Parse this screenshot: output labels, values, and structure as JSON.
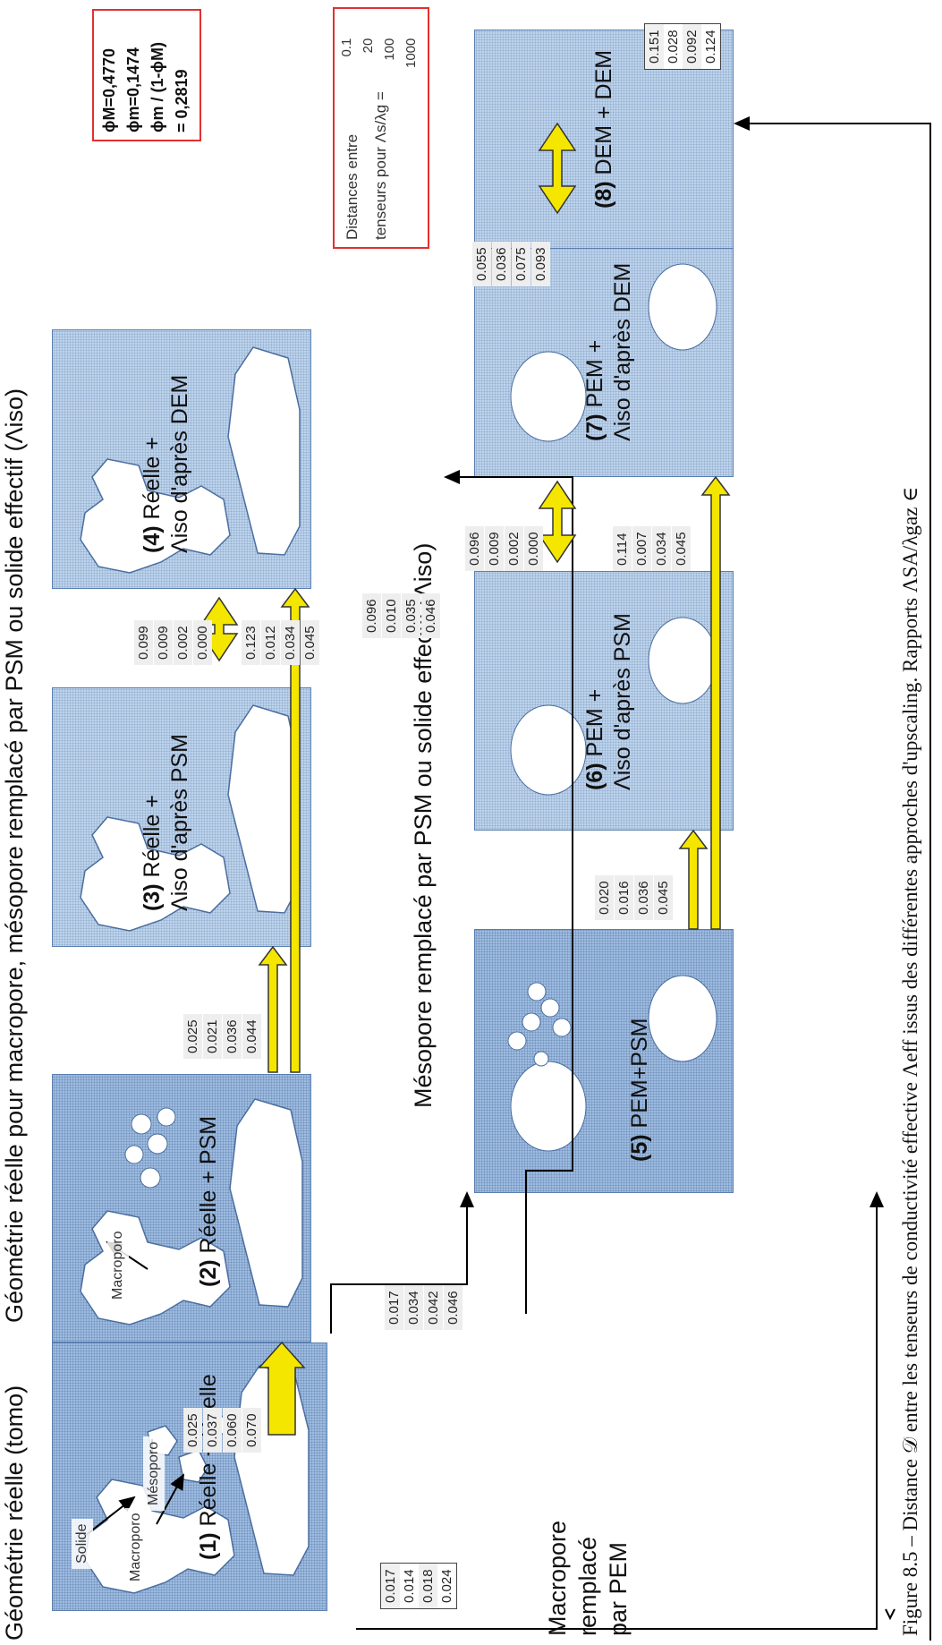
{
  "headers": {
    "real": "Géométrie réelle (tomo)",
    "top": "Géométrie réelle pour macropore, mésopore remplacé par PSM ou solide effectif (Λiso)",
    "middle": "Mésopore remplacé par PSM ou solide effectif (Λiso)",
    "macro_line1": "Macropore",
    "macro_line2": "remplacé",
    "macro_line3": "par PEM"
  },
  "panels": {
    "p1": {
      "num": "(1)",
      "title": "Réelle + Réelle"
    },
    "p2": {
      "num": "(2)",
      "title": "Réelle + PSM"
    },
    "p3": {
      "num": "(3)",
      "line1": "Réelle +",
      "line2": "Λiso d'après PSM"
    },
    "p4": {
      "num": "(4)",
      "line1": "Réelle +",
      "line2": "Λiso d'après DEM"
    },
    "p5": {
      "num": "(5)",
      "title": "PEM+PSM"
    },
    "p6": {
      "num": "(6)",
      "line1": "PEM +",
      "line2": "Λiso d'après PSM"
    },
    "p7": {
      "num": "(7)",
      "line1": "PEM +",
      "line2": "Λiso d'après DEM"
    },
    "p8": {
      "num": "(8)",
      "title": "DEM + DEM"
    }
  },
  "labels": {
    "macroporo": "Macroporo",
    "mesoporo": "Mésoporo",
    "solide": "Solide"
  },
  "distances": {
    "d12": [
      "0.025",
      "0.037",
      "0.060",
      "0.070"
    ],
    "d23": [
      "0.025",
      "0.021",
      "0.036",
      "0.044"
    ],
    "d34": [
      "0.099",
      "0.009",
      "0.002",
      "0.000"
    ],
    "d24": [
      "0.123",
      "0.012",
      "0.034",
      "0.045"
    ],
    "d15": [
      "0.017",
      "0.014",
      "0.018",
      "0.024"
    ],
    "d25": [
      "0.017",
      "0.034",
      "0.042",
      "0.046"
    ],
    "d56": [
      "0.020",
      "0.016",
      "0.036",
      "0.045"
    ],
    "d67": [
      "0.096",
      "0.009",
      "0.002",
      "0.000"
    ],
    "d57": [
      "0.114",
      "0.007",
      "0.034",
      "0.045"
    ],
    "d27": [
      "0.096",
      "0.010",
      "0.035",
      "0.046"
    ],
    "d78": [
      "0.055",
      "0.036",
      "0.075",
      "0.093"
    ],
    "d18": [
      "0.151",
      "0.028",
      "0.092",
      "0.124"
    ]
  },
  "legend": {
    "line1": "Distances entre",
    "line2": "tenseurs pour Λs/λg =",
    "ratios": [
      "0.1",
      "20",
      "100",
      "1000"
    ]
  },
  "fractions": {
    "l1": "ϕM=0,4770",
    "l2": "ϕm=0,1474",
    "l3": "ϕm / (1-ϕM)",
    "l4": "= 0,2819"
  },
  "caption": "Figure 8.5 – Distance 𝒟 entre les tenseurs de conductivité effective Λeff issus des différentes approches d'upscaling. Rapports ΛSA/λgaz ∈"
}
